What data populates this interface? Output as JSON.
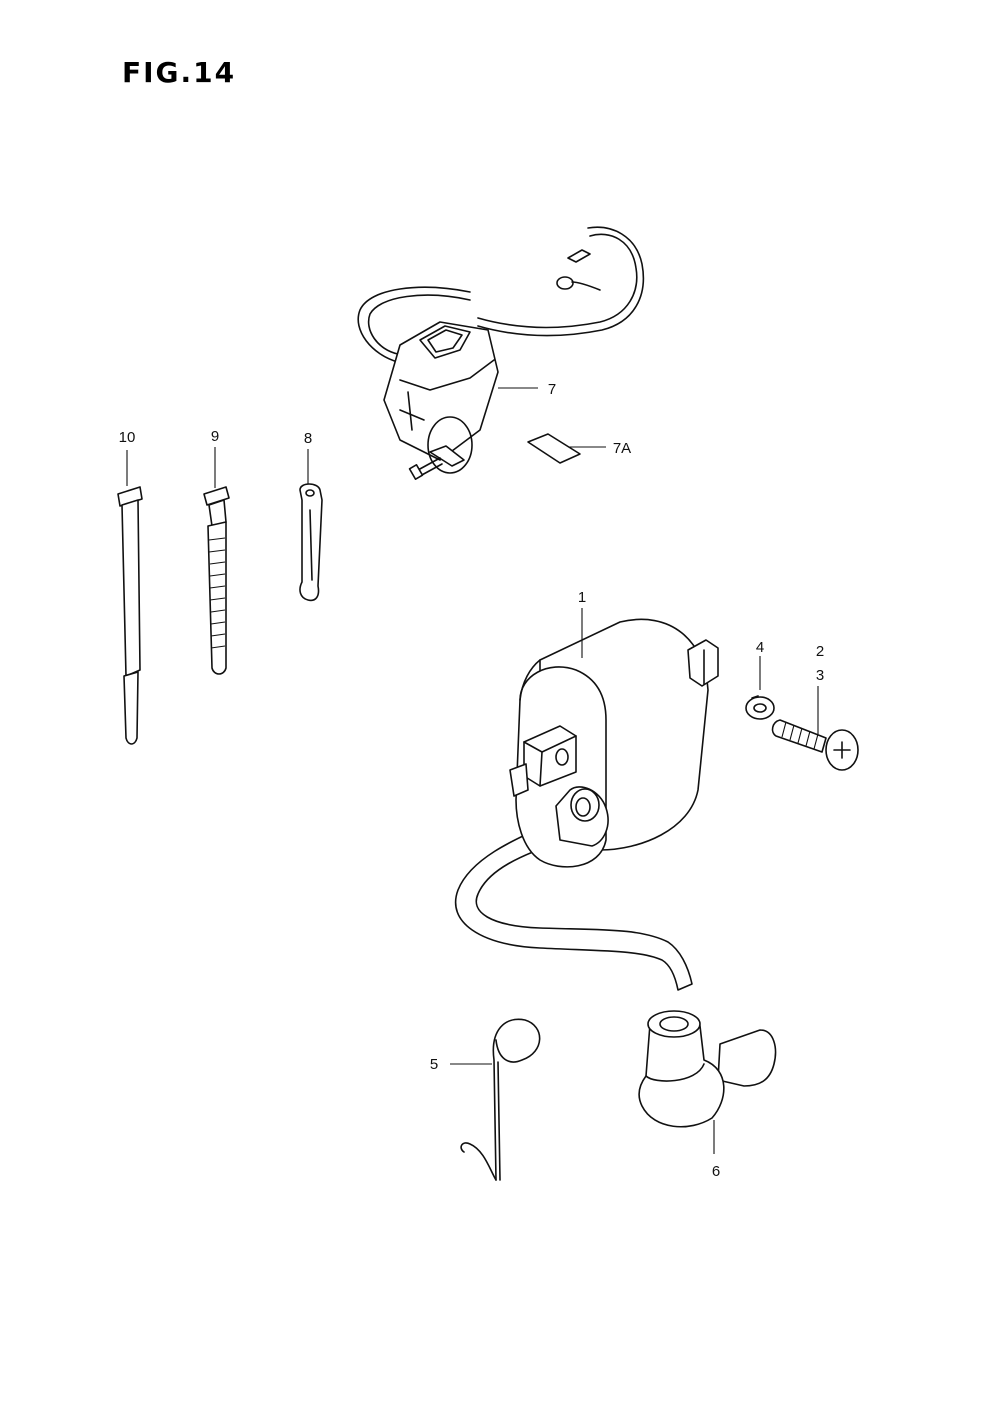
{
  "figure": {
    "title": "FIG.14"
  },
  "parts": [
    {
      "id": "p1",
      "label": "1"
    },
    {
      "id": "p2",
      "label": "2"
    },
    {
      "id": "p3",
      "label": "3"
    },
    {
      "id": "p4",
      "label": "4"
    },
    {
      "id": "p5",
      "label": "5"
    },
    {
      "id": "p6",
      "label": "6"
    },
    {
      "id": "p7",
      "label": "7"
    },
    {
      "id": "p7a",
      "label": "7A"
    },
    {
      "id": "p8",
      "label": "8"
    },
    {
      "id": "p9",
      "label": "9"
    },
    {
      "id": "p10",
      "label": "10"
    }
  ]
}
